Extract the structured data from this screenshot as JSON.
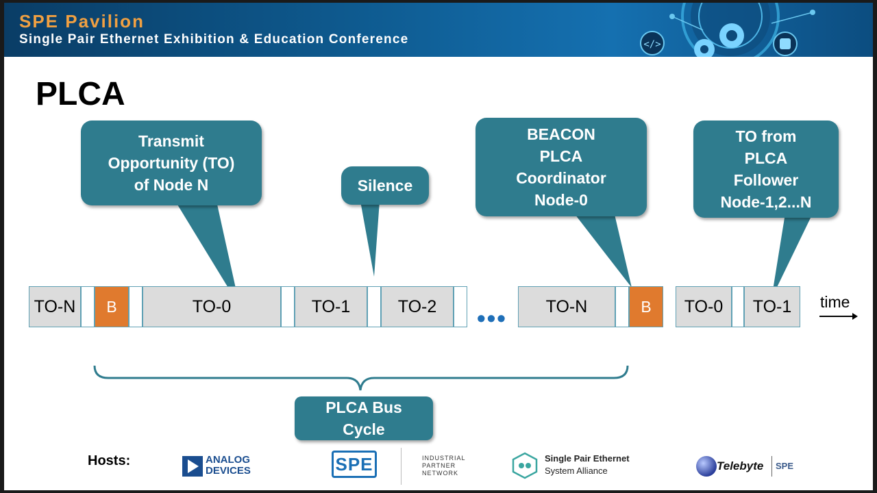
{
  "banner": {
    "title": "SPE Pavilion",
    "subtitle": "Single Pair Ethernet Exhibition & Education Conference"
  },
  "slide": {
    "title": "PLCA"
  },
  "callouts": {
    "transmit": "Transmit\nOpportunity (TO)\nof Node N",
    "silence": "Silence",
    "beacon": "BEACON\nPLCA\nCoordinator\nNode-0",
    "follower": "TO from\nPLCA\nFollower\nNode-1,2...N",
    "bus_cycle": "PLCA Bus\nCycle"
  },
  "timeline": {
    "segments": [
      "TO-N",
      "",
      "B",
      "",
      "TO-0",
      "",
      "TO-1",
      "",
      "TO-2",
      "",
      "TO-N",
      "",
      "B",
      "TO-0",
      "",
      "TO-1"
    ],
    "ellipsis": "•••",
    "axis_label": "time"
  },
  "footer": {
    "hosts_label": "Hosts:",
    "analog_devices_line1": "ANALOG",
    "analog_devices_line2": "DEVICES",
    "spe_logo": "SPE",
    "ipn_line1": "INDUSTRIAL",
    "ipn_line2": "PARTNER",
    "ipn_line3": "NETWORK",
    "spe_alliance_line1": "Single Pair Ethernet",
    "spe_alliance_line2": "System Alliance",
    "telebyte": "Telebyte",
    "telebyte_spe": "SPE"
  },
  "colors": {
    "callout": "#2f7c8e",
    "beacon": "#e07a2e",
    "segment": "#dcdcdc",
    "segment_border": "#5fa0b4",
    "banner_title": "#f0a042",
    "ellipsis": "#1f6fb8"
  }
}
